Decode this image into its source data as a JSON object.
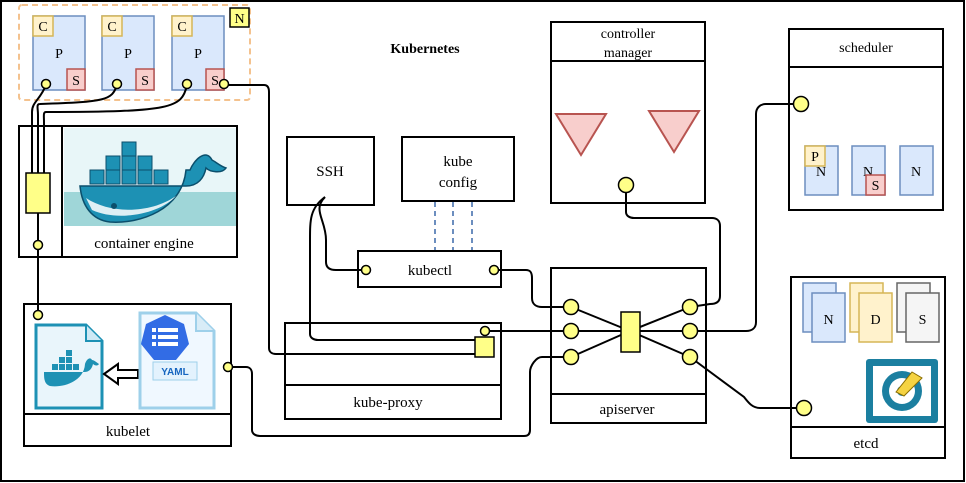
{
  "title": "Kubernetes",
  "pods": {
    "container_label": "C",
    "pod_label": "P",
    "sidecar_label": "S",
    "node_badge": "N"
  },
  "container_engine": {
    "label": "container engine"
  },
  "kubelet": {
    "label": "kubelet",
    "yaml_label": "YAML"
  },
  "ssh": {
    "label": "SSH"
  },
  "kubeconfig": {
    "line1": "kube",
    "line2": "config"
  },
  "kubectl": {
    "label": "kubectl"
  },
  "kube_proxy": {
    "label": "kube-proxy"
  },
  "controller_manager": {
    "line1": "controller",
    "line2": "manager"
  },
  "apiserver": {
    "label": "apiserver"
  },
  "scheduler": {
    "label": "scheduler",
    "p_label": "P",
    "n_label": "N",
    "s_label": "S"
  },
  "etcd": {
    "label": "etcd",
    "n_label": "N",
    "d_label": "D",
    "s_label": "S"
  },
  "colors": {
    "pod_fill": "#dae8fc",
    "pod_stroke": "#6c8ebf",
    "container_fill": "#fff2cc",
    "sidecar_fill": "#f8cecc",
    "port_fill": "#ffff88",
    "triangle_fill": "#f8cecc",
    "docker_blue": "#1d91b4",
    "k8s_blue": "#326ce5"
  }
}
